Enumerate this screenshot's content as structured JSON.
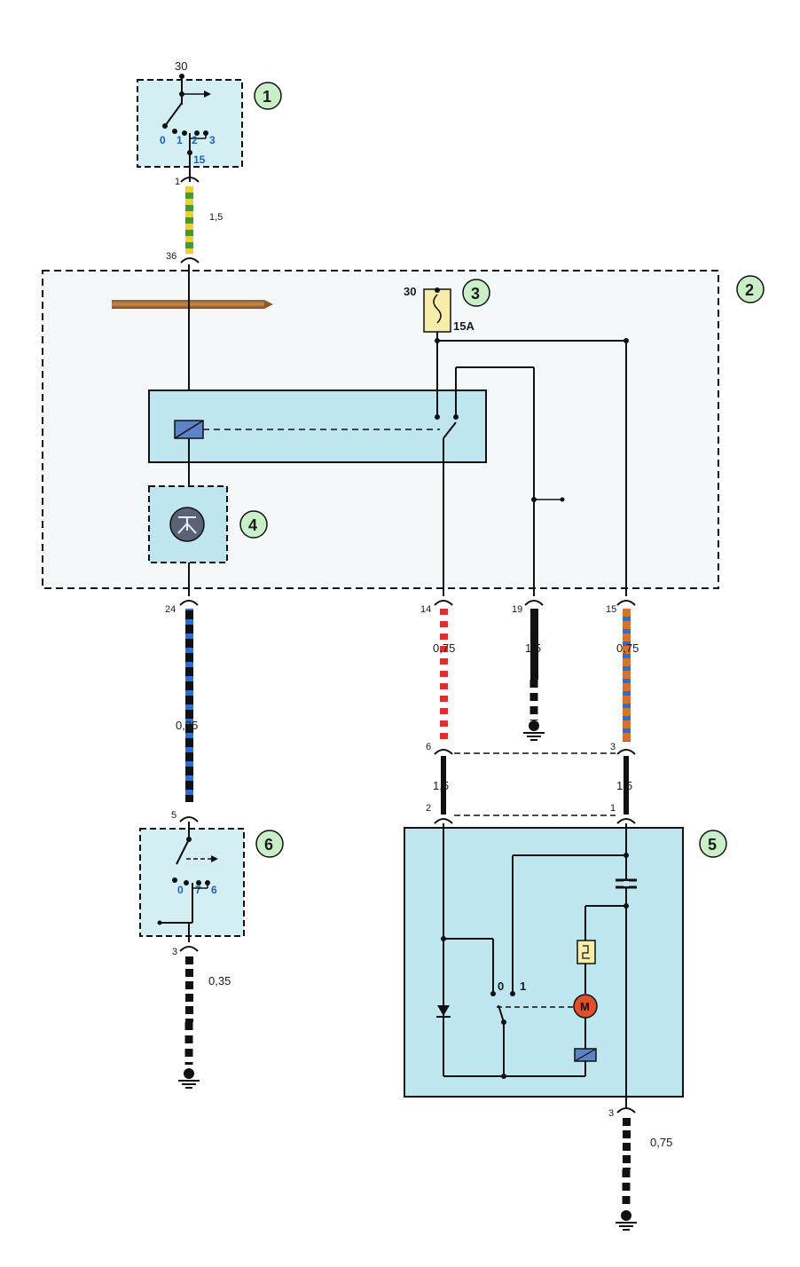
{
  "colors": {
    "module_fill": "#d3eff4",
    "block_fill": "#bfe6ef",
    "callout_fill": "#c9efc7",
    "wire_black": "#111111",
    "stripe_yellow": "#e8d23a",
    "stripe_green": "#3c9a3c",
    "stripe_blue": "#2d6fd1",
    "stripe_red": "#d9312b",
    "stripe_orange": "#d9702b",
    "stripe_white": "#ffffff",
    "relay_blue": "#5a83c8",
    "motor_red": "#e0502a",
    "fuse_fill": "#f7ecaa"
  },
  "callouts": {
    "c1": "1",
    "c2": "2",
    "c3": "3",
    "c4": "4",
    "c5": "5",
    "c6": "6"
  },
  "switch1": {
    "terminal_top": "30",
    "pos0": "0",
    "pos1": "1",
    "pos2": "2",
    "pos3": "3",
    "terminal_bottom": "15"
  },
  "fuse": {
    "terminal": "30",
    "rating": "15A"
  },
  "switch6": {
    "pos0": "0",
    "pos7": "7",
    "pos6": "6"
  },
  "motor": {
    "letter": "M",
    "pos0": "0",
    "pos1": "1"
  },
  "pins": {
    "p1_top": "1",
    "p36": "36",
    "p24": "24",
    "p14": "14",
    "p19": "19",
    "p15": "15",
    "p6": "6",
    "p3_mid": "3",
    "p2": "2",
    "p1_mid": "1",
    "p5": "5",
    "p3_left": "3",
    "p3_bottom": "3"
  },
  "wire_sizes": {
    "w_top": "1,5",
    "w_24": "0,35",
    "w_14": "0,75",
    "w_19": "1,5",
    "w_15": "0,75",
    "w_6_2": "1,5",
    "w_3_1": "1,5",
    "w_sw6": "0,35",
    "w_bottom": "0,75"
  }
}
